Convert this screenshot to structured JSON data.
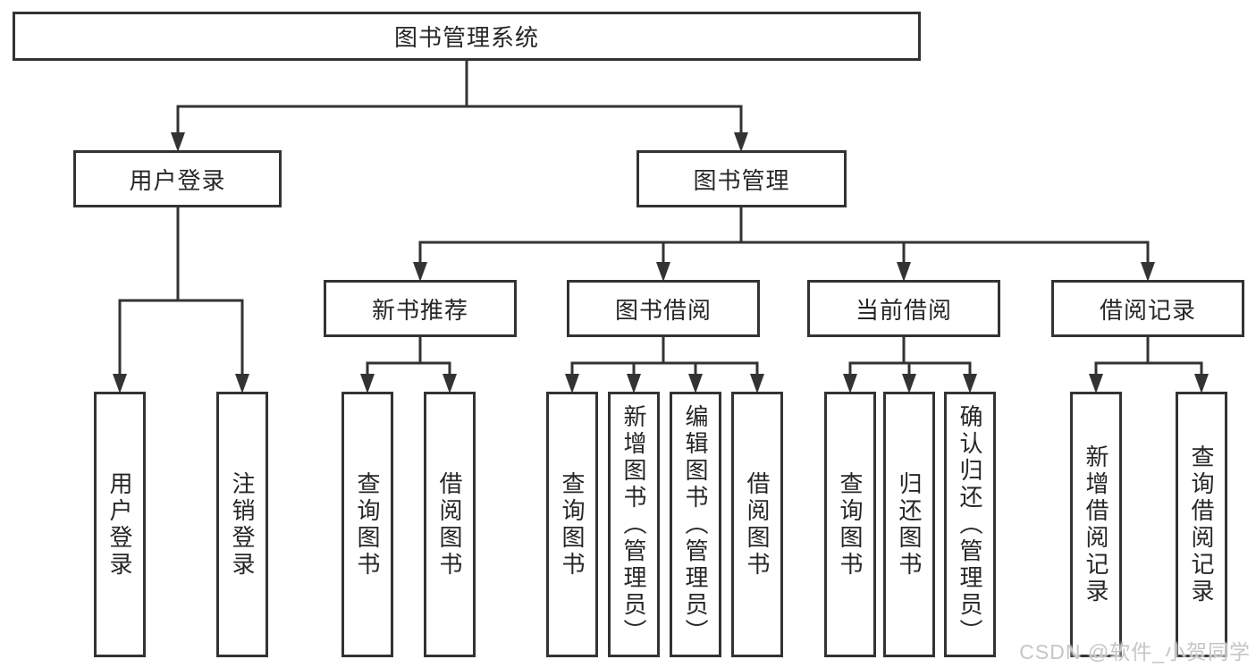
{
  "colors": {
    "line": "#333333",
    "border": "#333333",
    "text": "#262626",
    "bg": "#ffffff",
    "watermark": "#c6c6c6"
  },
  "diagram": {
    "root": {
      "label": "图书管理系统"
    },
    "level2": {
      "user_login": {
        "label": "用户登录"
      },
      "book_management": {
        "label": "图书管理"
      }
    },
    "level3": {
      "new_book_recommend": {
        "label": "新书推荐"
      },
      "book_borrowing": {
        "label": "图书借阅"
      },
      "current_borrowing": {
        "label": "当前借阅"
      },
      "borrowing_records": {
        "label": "借阅记录"
      }
    },
    "leaves": {
      "user_login": {
        "label": "用户登录"
      },
      "logout": {
        "label": "注销登录"
      },
      "recommend_query_books": {
        "label": "查询图书"
      },
      "recommend_borrow_books": {
        "label": "借阅图书"
      },
      "borrow_query_books": {
        "label": "查询图书"
      },
      "borrow_add_books": {
        "label": "新增图书（管理员）"
      },
      "borrow_edit_books": {
        "label": "编辑图书（管理员）"
      },
      "borrow_borrow_books": {
        "label": "借阅图书"
      },
      "current_query_books": {
        "label": "查询图书"
      },
      "current_return_books": {
        "label": "归还图书"
      },
      "current_confirm_return": {
        "label": "确认归还（管理员）"
      },
      "records_add_record": {
        "label": "新增借阅记录"
      },
      "records_query_record": {
        "label": "查询借阅记录"
      }
    }
  },
  "watermark": {
    "text": "CSDN @软件_小贺同学"
  }
}
